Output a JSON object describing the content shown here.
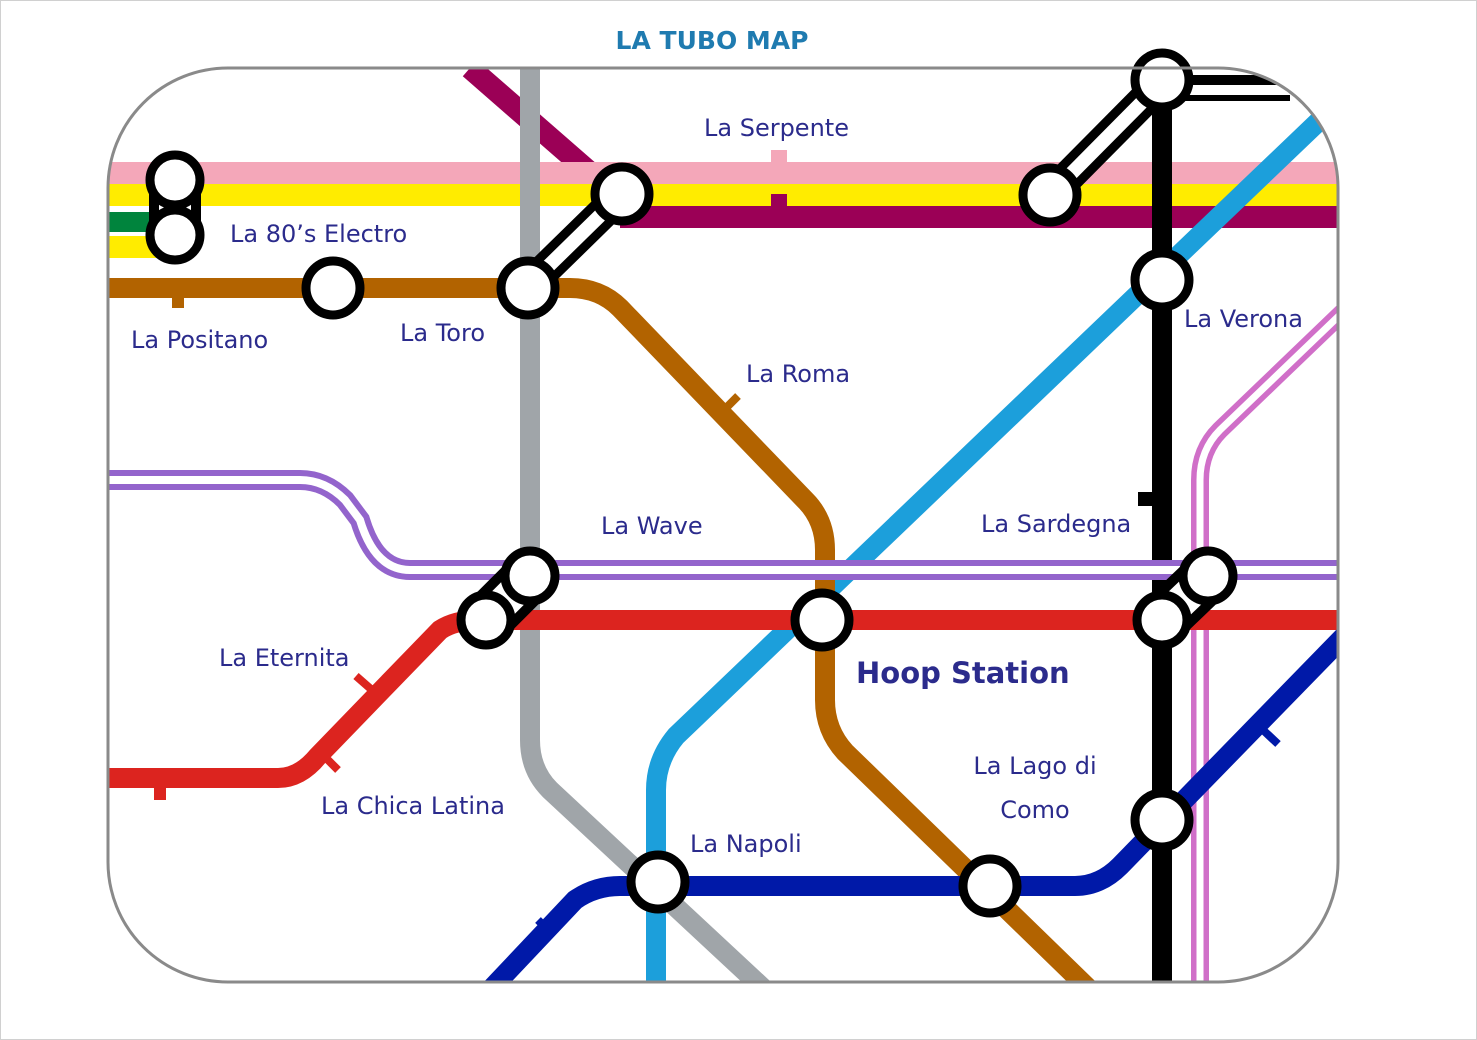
{
  "title": "LA TUBO MAP",
  "stations": {
    "serpente": "La Serpente",
    "electro": "La 80’s Electro",
    "positano": "La Positano",
    "toro": "La Toro",
    "verona": "La Verona",
    "roma": "La Roma",
    "wave": "La Wave",
    "sardegna": "La Sardegna",
    "eternita": "La Eternita",
    "hoop": "Hoop Station",
    "lago_line1": "La Lago di",
    "lago_line2": "Como",
    "chica": "La Chica Latina",
    "napoli": "La Napoli"
  },
  "colors": {
    "pink": "#f4a7b9",
    "yellow": "#ffec00",
    "maroon": "#9b0056",
    "green": "#00843d",
    "brown": "#b26300",
    "grey": "#a0a5a9",
    "light_blue": "#1c9fdb",
    "black": "#000000",
    "purple": "#9364cc",
    "red": "#dc241f",
    "dark_blue": "#0019a8",
    "orchid": "#d06fc8"
  }
}
